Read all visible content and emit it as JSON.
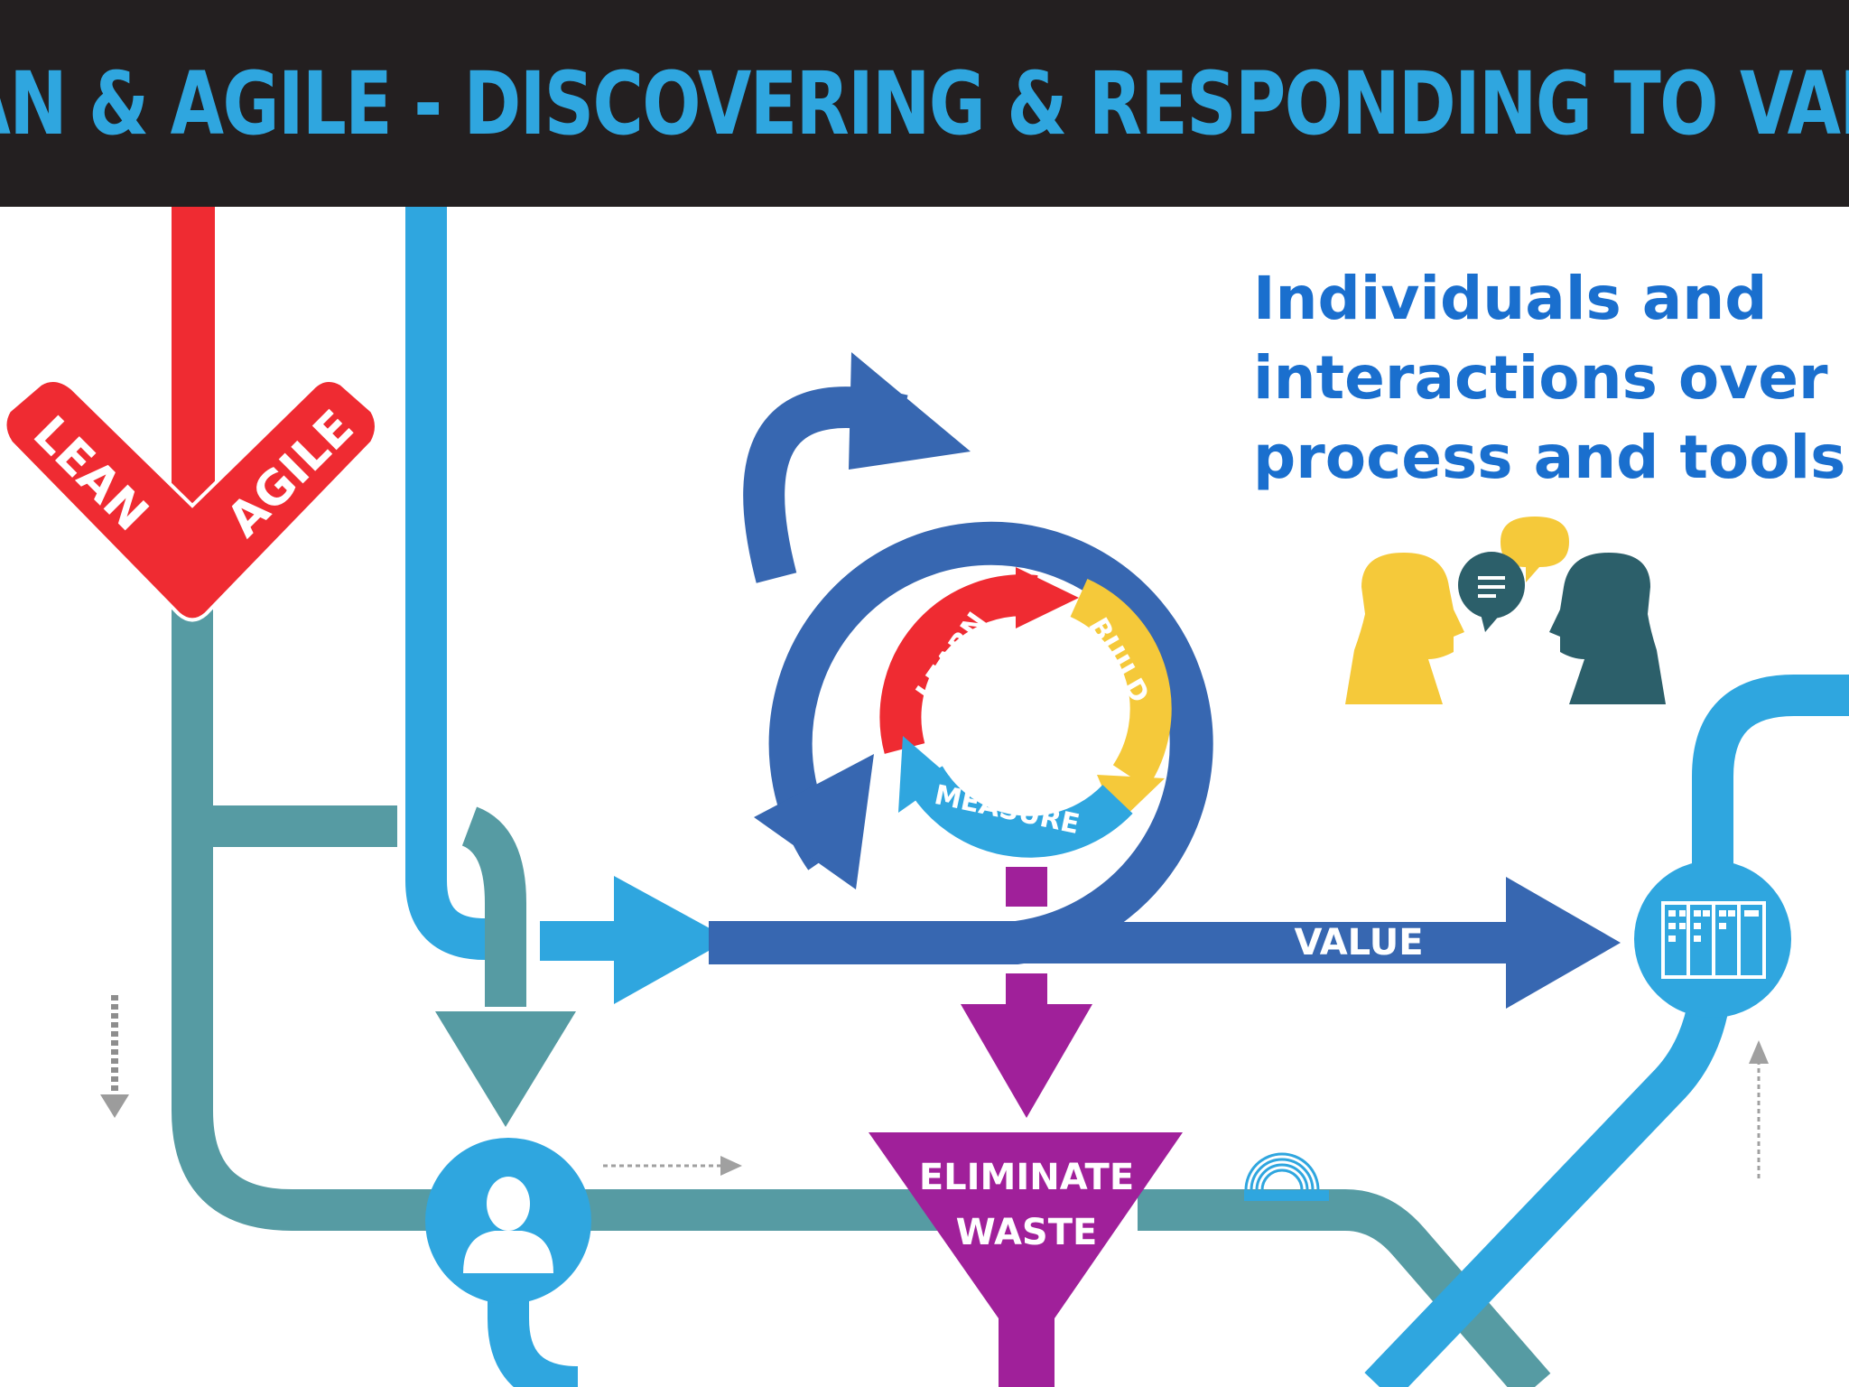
{
  "title": "LEAN & AGILE - DISCOVERING & RESPONDING TO VALUE",
  "badge": {
    "left": "LEAN",
    "right": "AGILE"
  },
  "cycle": {
    "learn": "LEARN",
    "build": "BUILD",
    "measure": "MEASURE"
  },
  "value_label": "VALUE",
  "funnel": {
    "line1": "ELIMINATE",
    "line2": "WASTE"
  },
  "quote": {
    "line1": "Individuals and",
    "line2": "interactions over",
    "line3": "process and tools"
  },
  "colors": {
    "title_bar": "#231f20",
    "title_text": "#2fa6df",
    "lean_red": "#ef2b32",
    "teal": "#569ba3",
    "light_blue": "#2fa6df",
    "dark_blue": "#3767b1",
    "purple": "#a0209a",
    "yellow": "#f5c93a",
    "dark_teal": "#2c5f6a",
    "quote_text": "#1a6fce"
  },
  "icons": [
    "person-icon",
    "kanban-board-icon",
    "speech-bubble-icon",
    "slinky-icon",
    "dotted-arrow-icon"
  ]
}
